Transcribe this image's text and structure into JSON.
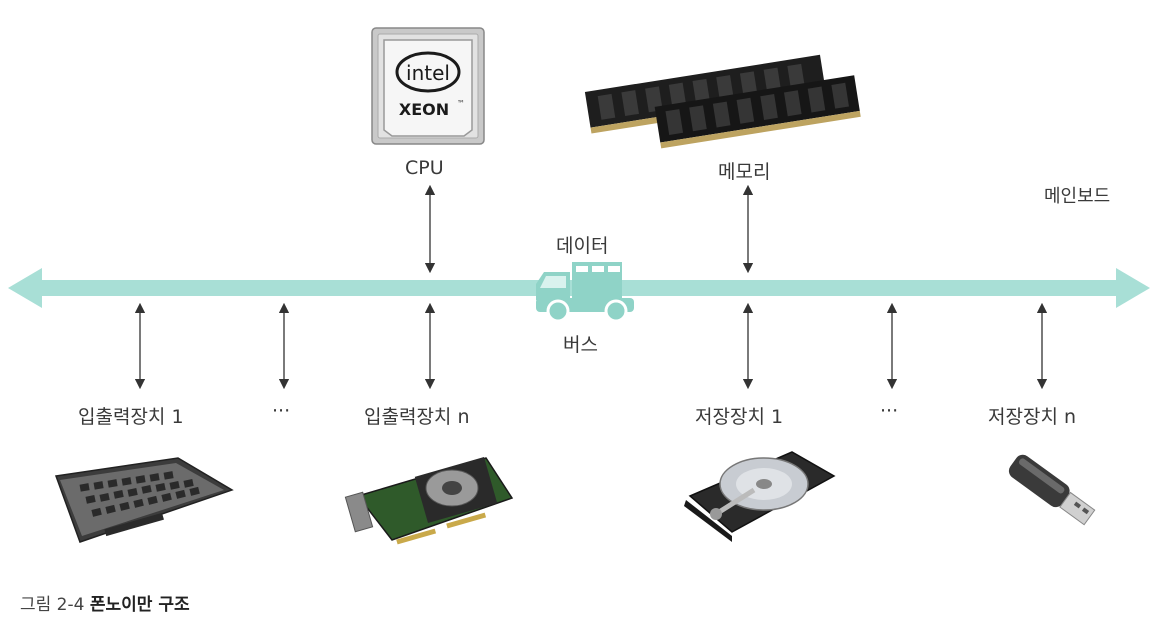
{
  "labels": {
    "cpu": "CPU",
    "memory": "메모리",
    "mainboard": "메인보드",
    "data": "데이터",
    "bus": "버스",
    "io1": "입출력장치 1",
    "io_dots": "···",
    "ion": "입출력장치 n",
    "storage1": "저장장치 1",
    "storage_dots": "···",
    "storagen": "저장장치 n"
  },
  "chip": {
    "brand": "intel",
    "model": "XEON",
    "tm": "™"
  },
  "caption": {
    "prefix": "그림 2-4",
    "title": "폰노이만 구조"
  },
  "colors": {
    "bus": "#a8dfd6",
    "truck": "#8fd3c7",
    "arrow": "#333333",
    "text": "#3a3a3a"
  }
}
